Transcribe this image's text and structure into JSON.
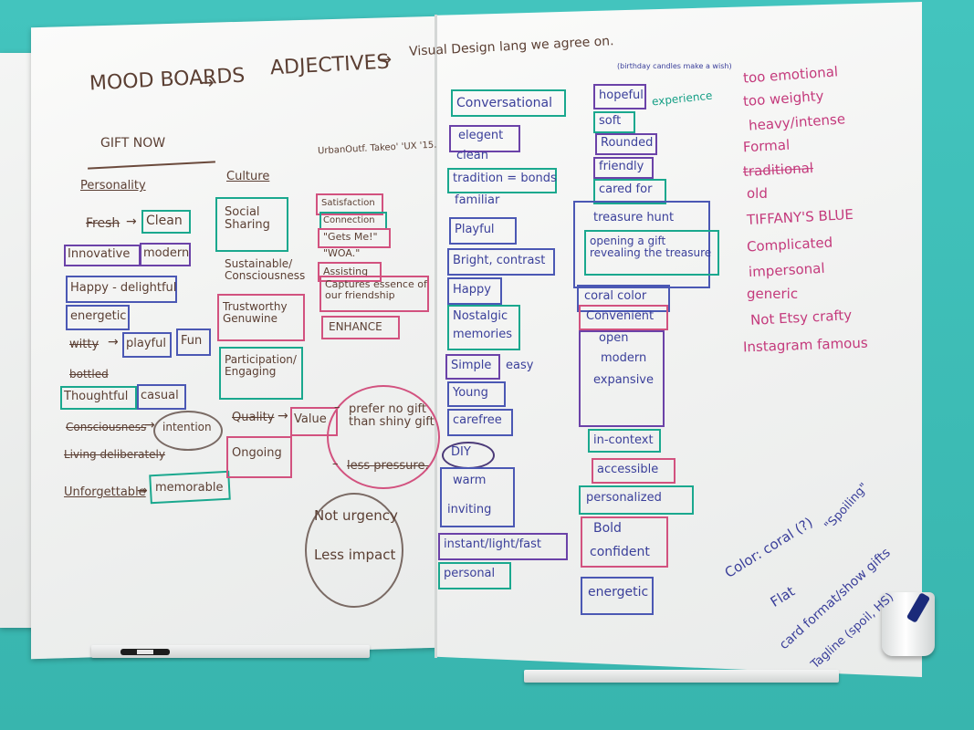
{
  "header": {
    "mood_boards": "MOOD BOARDS",
    "adjectives": "ADJECTIVES",
    "visual_design": "Visual Design lang we agree on.",
    "gift_now": "GIFT NOW",
    "urban_outf": "UrbanOutf. Takeo' 'UX '15."
  },
  "personality": {
    "title": "Personality",
    "fresh": "Fresh",
    "clean": "Clean",
    "innovative": "Innovative",
    "modern": "modern",
    "happy": "Happy - delightful",
    "energetic": "energetic",
    "witty": "witty",
    "playful": "playful",
    "fun": "Fun",
    "bottled": "bottled",
    "thoughtful": "Thoughtful",
    "casual": "casual",
    "consciousness": "Consciousness",
    "intention": "intention",
    "living": "Living deliberately",
    "unforgettable": "Unforgettable",
    "memorable": "memorable"
  },
  "culture": {
    "title": "Culture",
    "social": "Social Sharing",
    "sustainable": "Sustainable/ Consciousness",
    "trustworthy": "Trustworthy Genuwine",
    "participation": "Participation/ Engaging",
    "quality": "Quality",
    "value": "Value",
    "ongoing": "Ongoing"
  },
  "urban": {
    "satisfaction": "Satisfaction",
    "connection": "Connection",
    "gets_me": "\"Gets Me!\"",
    "woa": "\"WOA.\"",
    "assisting": "Assisting",
    "captures": "Captures essence of our friendship",
    "enhance": "ENHANCE",
    "prefer": "prefer no gift than shiny gift",
    "less_pressure": "less pressure.",
    "not_urgency": "Not urgency",
    "less_impact": "Less impact"
  },
  "column_a": {
    "conversational": "Conversational",
    "elegent": "elegent",
    "clean": "clean",
    "tradition": "tradition = bonds",
    "familiar": "familiar",
    "playful": "Playful",
    "bright": "Bright, contrast",
    "happy": "Happy",
    "nostalgic": "Nostalgic",
    "memories": "memories",
    "simple": "Simple",
    "easy": "easy",
    "young": "Young",
    "carefree": "carefree",
    "diy": "DIY",
    "warm": "warm",
    "inviting": "inviting",
    "instant": "instant/light/fast",
    "personal": "personal"
  },
  "column_b": {
    "note": "(birthday candles make a wish)",
    "hopeful": "hopeful",
    "soft": "soft",
    "experience": "experience",
    "rounded": "Rounded",
    "friendly": "friendly",
    "cared_for": "cared for",
    "treasure": "treasure hunt",
    "opening": "opening a gift revealing the treasure",
    "coral": "coral color",
    "convenient": "Convenient",
    "open": "open",
    "modern": "modern",
    "expansive": "expansive",
    "in_context": "in-context",
    "accessible": "accessible",
    "personalized": "personalized",
    "bold": "Bold",
    "confident": "confident",
    "energetic": "energetic"
  },
  "negatives": [
    "too emotional",
    "too weighty",
    "heavy/intense",
    "Formal",
    "traditional",
    "old",
    "TIFFANY'S BLUE",
    "Complicated",
    "impersonal",
    "generic",
    "Not Etsy crafty",
    "Instagram famous"
  ],
  "corner_notes": {
    "color": "Color: coral (?)",
    "flat": "Flat",
    "card_format": "card format/show gifts",
    "tagline": "Tagline (spoil, HS)",
    "spoiling": "\"Spoiling\""
  }
}
